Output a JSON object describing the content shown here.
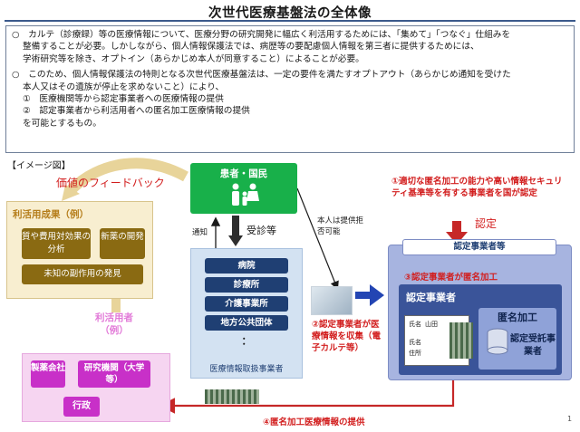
{
  "title": "次世代医療基盤法の全体像",
  "intro": {
    "p1_l1": "○　カルテ（診療録）等の医療情報について、医療分野の研究開発に幅広く利活用するためには、「集めて」「つなぐ」仕組みを",
    "p1_l2": "整備することが必要。しかしながら、個人情報保護法では、病歴等の要配慮個人情報を第三者に提供するためには、",
    "p1_l3": "学術研究等を除き、オプトイン（あらかじめ本人が同意すること）によることが必要。",
    "p2_l1": "○　このため、個人情報保護法の特則となる次世代医療基盤法は、一定の要件を満たすオプトアウト（あらかじめ通知を受けた",
    "p2_l2": "本人又はその遺族が停止を求めないこと）により、",
    "p2_l3": "①　医療機関等から認定事業者への医療情報の提供",
    "p2_l4": "②　認定事業者から利活用者への匿名加工医療情報の提供",
    "p2_l5": "を可能とするもの。"
  },
  "image_label": "【イメージ図】",
  "feedback": "価値のフィードバック",
  "results": {
    "title": "利活用成果（例）",
    "item1": "質や費用対効果の分析",
    "item2": "新薬の開発",
    "item3": "未知の副作用の発見"
  },
  "users": {
    "title": "利活用者（例）",
    "pharma": "製薬会社",
    "research": "研究機関（大学等）",
    "admin": "行政"
  },
  "patients": "患者・国民",
  "notify": "通知",
  "visit": "受診等",
  "optout": "本人は提供拒否可能",
  "providers": {
    "items": [
      "病院",
      "診療所",
      "介護事業所",
      "地方公共団体"
    ],
    "dots": "：",
    "caption": "医療情報取扱事業者"
  },
  "step1": "①適切な匿名加工の能力や高い情報セキュリティ基準等を有する事業者を国が認定",
  "certify": "認定",
  "operator": {
    "header": "認定事業者等",
    "step3": "③認定事業者が匿名加工",
    "box": "認定事業者",
    "anon": "匿名加工",
    "subcontractor": "認定受託事業者",
    "form_name": "氏名",
    "form_name_value": "山田",
    "form_addr": "住所"
  },
  "step2": "②認定事業者が医療情報を収集（電子カルテ等）",
  "step4": "④匿名加工医療情報の提供",
  "page_number": "1",
  "colors": {
    "blue": "#1f3f73",
    "green": "#18b04a",
    "red": "#d21e1e",
    "olive": "#8a6a12",
    "magenta": "#c830c8",
    "lavender": "#a7b4e0"
  }
}
